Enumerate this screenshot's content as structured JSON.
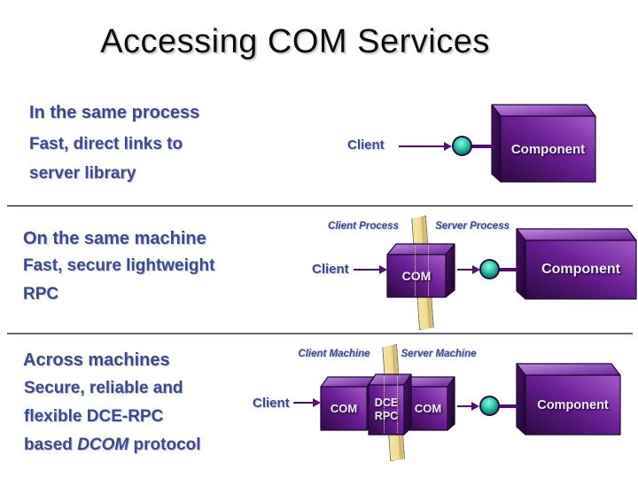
{
  "title": "Accessing COM Services",
  "colors": {
    "heading_navy": "#3A4A8D",
    "box_purple_light": "#A55CC8",
    "box_purple_dark": "#2B0941",
    "connector_purple": "#520C72",
    "ball_teal": "#2FC4A8",
    "strip_tan": "#EEDC92",
    "title_black": "#0c0c0c"
  },
  "sections": [
    {
      "heading": "In the same process",
      "desc_lines": [
        "Fast, direct links to",
        "server library"
      ],
      "client_label": "Client",
      "component_label": "Component"
    },
    {
      "heading": "On the same machine",
      "desc_lines": [
        "Fast, secure lightweight",
        "RPC"
      ],
      "zone_left": "Client Process",
      "zone_right": "Server Process",
      "client_label": "Client",
      "com_label": "COM",
      "component_label": "Component"
    },
    {
      "heading": "Across machines",
      "desc_lines": [
        "Secure, reliable and",
        "flexible DCE-RPC"
      ],
      "desc_line3": {
        "pre": "based ",
        "italic": "DCOM",
        "post": " protocol"
      },
      "zone_left": "Client Machine",
      "zone_right": "Server Machine",
      "client_label": "Client",
      "com_left_label": "COM",
      "dce_line1": "DCE",
      "dce_line2": "RPC",
      "com_right_label": "COM",
      "component_label": "Component"
    }
  ]
}
